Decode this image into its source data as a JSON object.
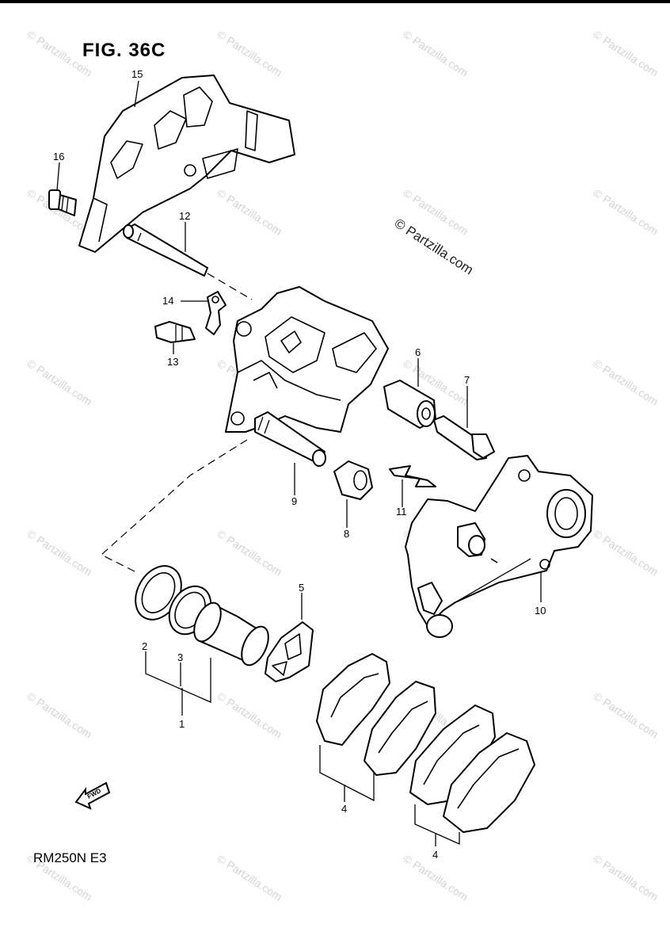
{
  "figure": {
    "title": "FIG. 36C",
    "model_code": "RM250N  E3",
    "copyright": "© Partzilla.com",
    "watermark_text": "© Partzilla.com",
    "fwd_label": "FWD"
  },
  "callouts": [
    {
      "id": "c1",
      "label": "1"
    },
    {
      "id": "c2",
      "label": "2"
    },
    {
      "id": "c3",
      "label": "3"
    },
    {
      "id": "c4a",
      "label": "4"
    },
    {
      "id": "c4b",
      "label": "4"
    },
    {
      "id": "c5",
      "label": "5"
    },
    {
      "id": "c6",
      "label": "6"
    },
    {
      "id": "c7",
      "label": "7"
    },
    {
      "id": "c8",
      "label": "8"
    },
    {
      "id": "c9",
      "label": "9"
    },
    {
      "id": "c10",
      "label": "10"
    },
    {
      "id": "c11",
      "label": "11"
    },
    {
      "id": "c12",
      "label": "12"
    },
    {
      "id": "c13",
      "label": "13"
    },
    {
      "id": "c14",
      "label": "14"
    },
    {
      "id": "c15",
      "label": "15"
    },
    {
      "id": "c16",
      "label": "16"
    }
  ]
}
